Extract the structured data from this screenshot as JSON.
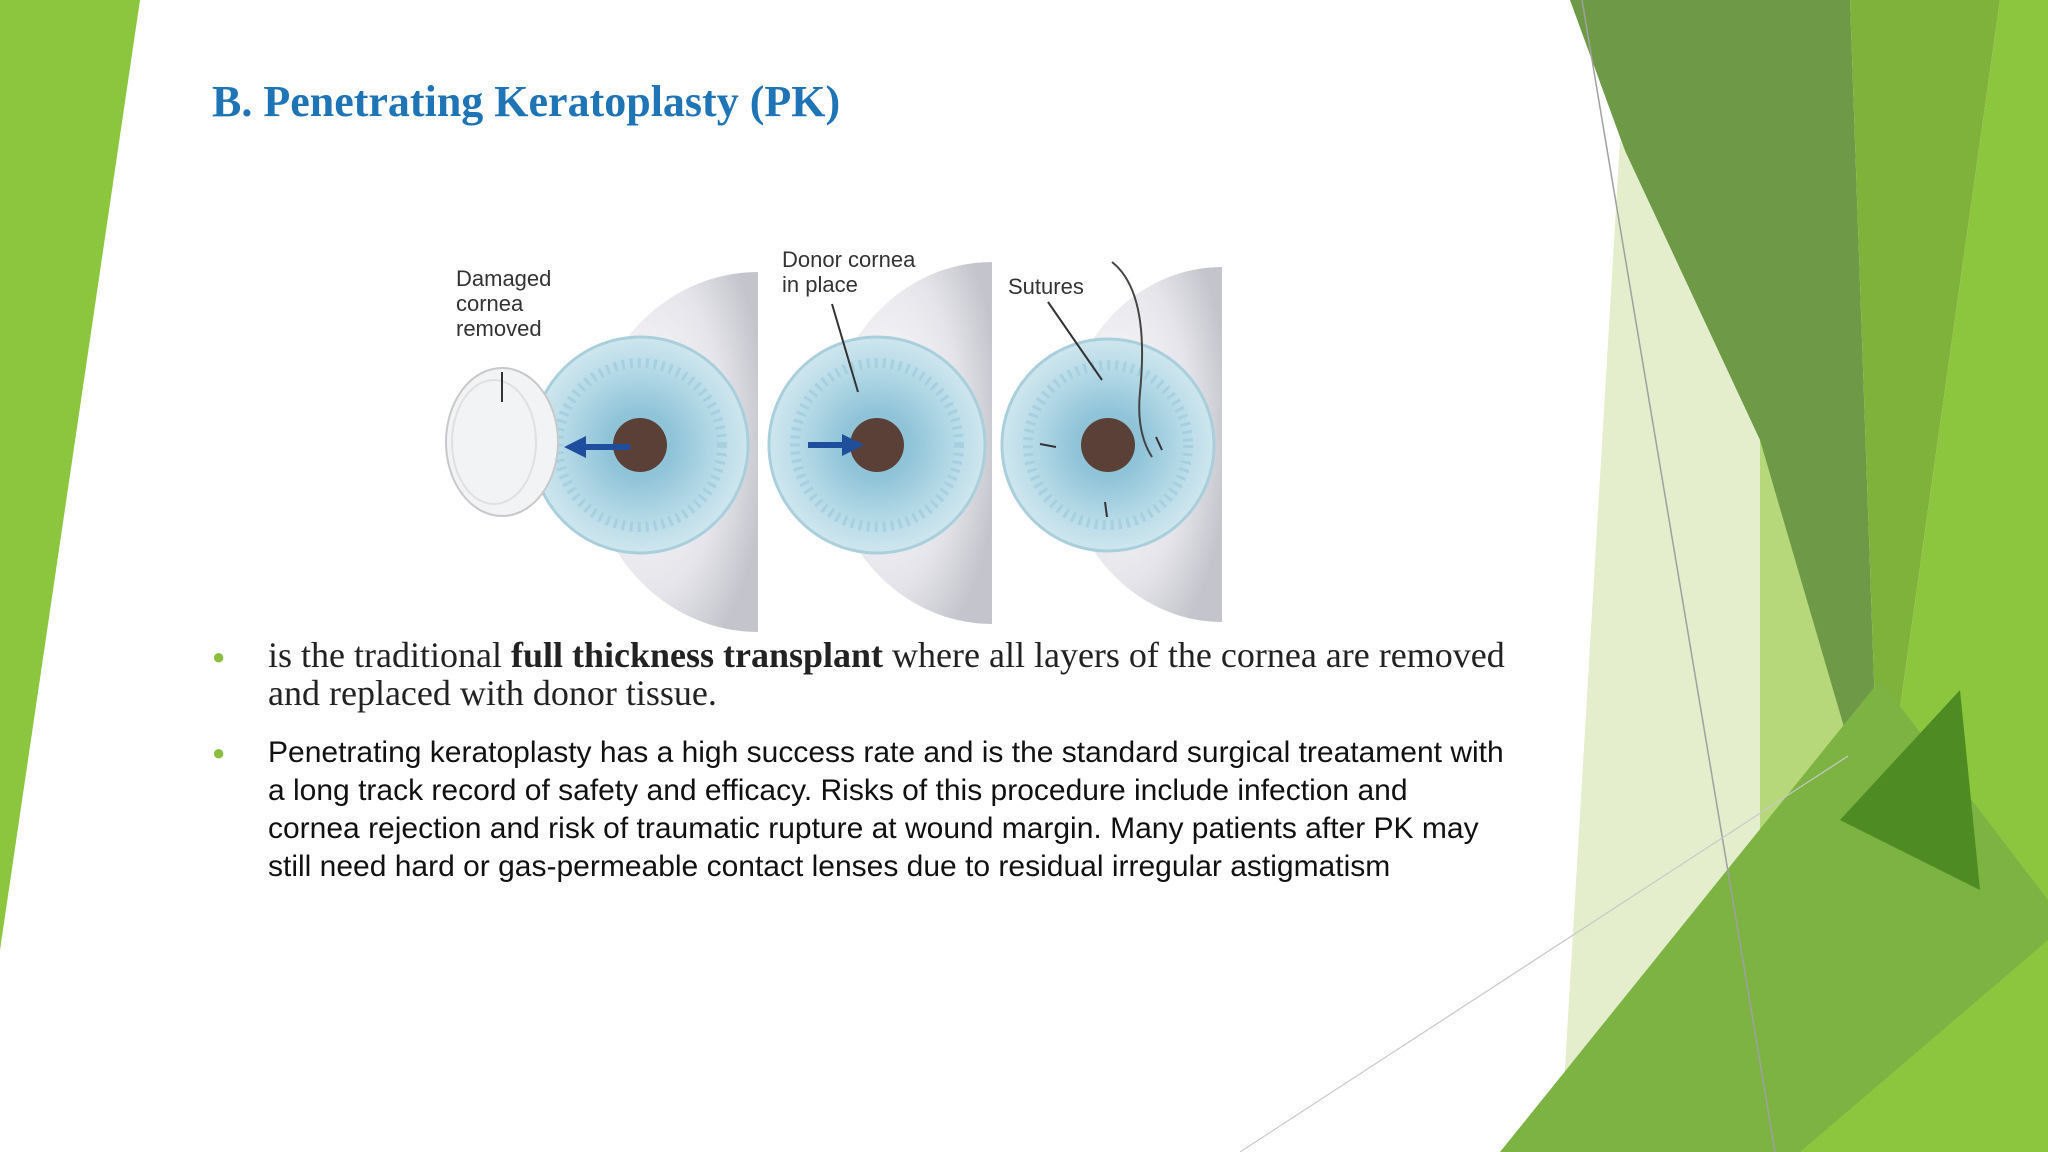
{
  "slide": {
    "title": "B. Penetrating Keratoplasty (PK)",
    "colors": {
      "title": "#1f74b6",
      "accent_green": "#8cbf3f",
      "dark_green": "#4a8a2a"
    }
  },
  "figure": {
    "labels": {
      "damaged_line1": "Damaged",
      "damaged_line2": "cornea",
      "damaged_line3": "removed",
      "donor_line1": "Donor cornea",
      "donor_line2": "in place",
      "sutures": "Sutures"
    }
  },
  "bullets": {
    "b1_pre": "is the traditional ",
    "b1_bold": "full thickness transplant",
    "b1_post": " where all layers of the cornea are removed and replaced with donor tissue.",
    "b2_text": " Penetrating keratoplasty has a high success rate and is the standard surgical treatament with a long track record of safety and efficacy. Risks of this procedure include infection and cornea rejection and risk of traumatic rupture at wound margin. Many patients after PK may still need hard or gas-permeable contact lenses due to residual irregular astigmatism"
  }
}
